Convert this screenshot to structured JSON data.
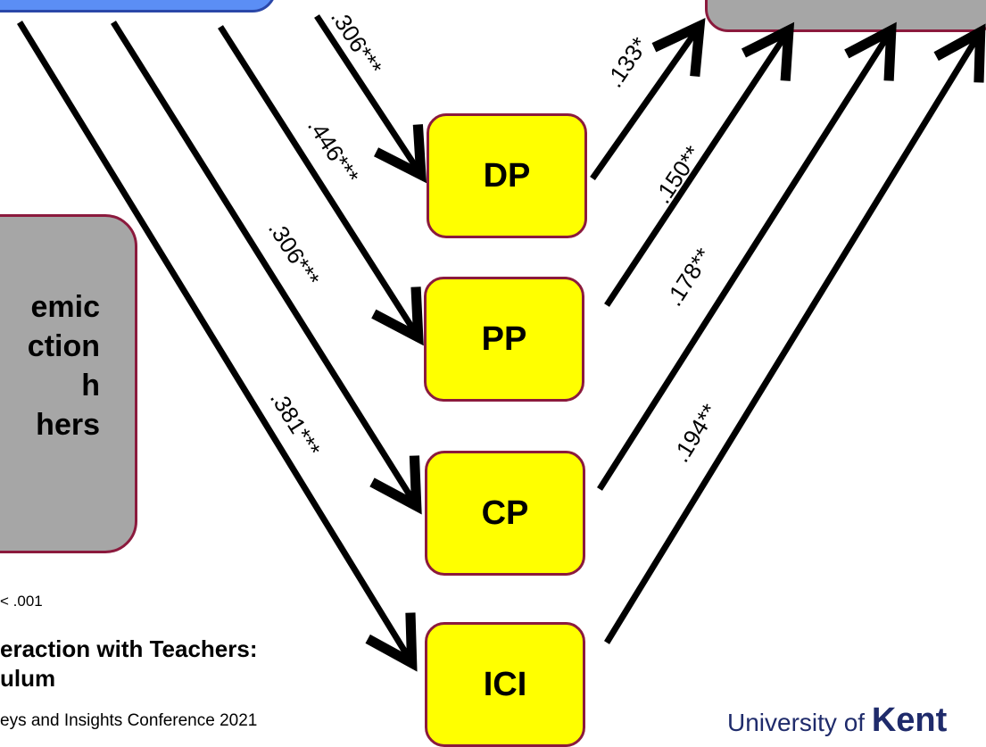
{
  "boxes": {
    "dp": "DP",
    "pp": "PP",
    "cp": "CP",
    "ici": "ICI"
  },
  "side_box_text": "emic\nction\nh\nhers",
  "coefficients": {
    "top_to_dp": ".306***",
    "to_pp": ".446***",
    "to_cp": ".306***",
    "to_ici": ".381***",
    "dp_out": ".133*",
    "pp_out": ".150**",
    "cp_out": ".178**",
    "ici_out": ".194**"
  },
  "footer": {
    "significance_note": "< .001",
    "title_line1": "eraction with Teachers:",
    "title_line2": "ulum",
    "conference": "eys and Insights Conference 2021"
  },
  "logo": {
    "text_prefix": "University of",
    "text_brand": "Kent"
  },
  "colors": {
    "mediator_fill": "#ffff00",
    "box_border": "#8b1a3d",
    "outcome_fill": "#a6a6a6",
    "predictor_fill": "#5b8ef5",
    "logo_color": "#1f2b6b"
  }
}
